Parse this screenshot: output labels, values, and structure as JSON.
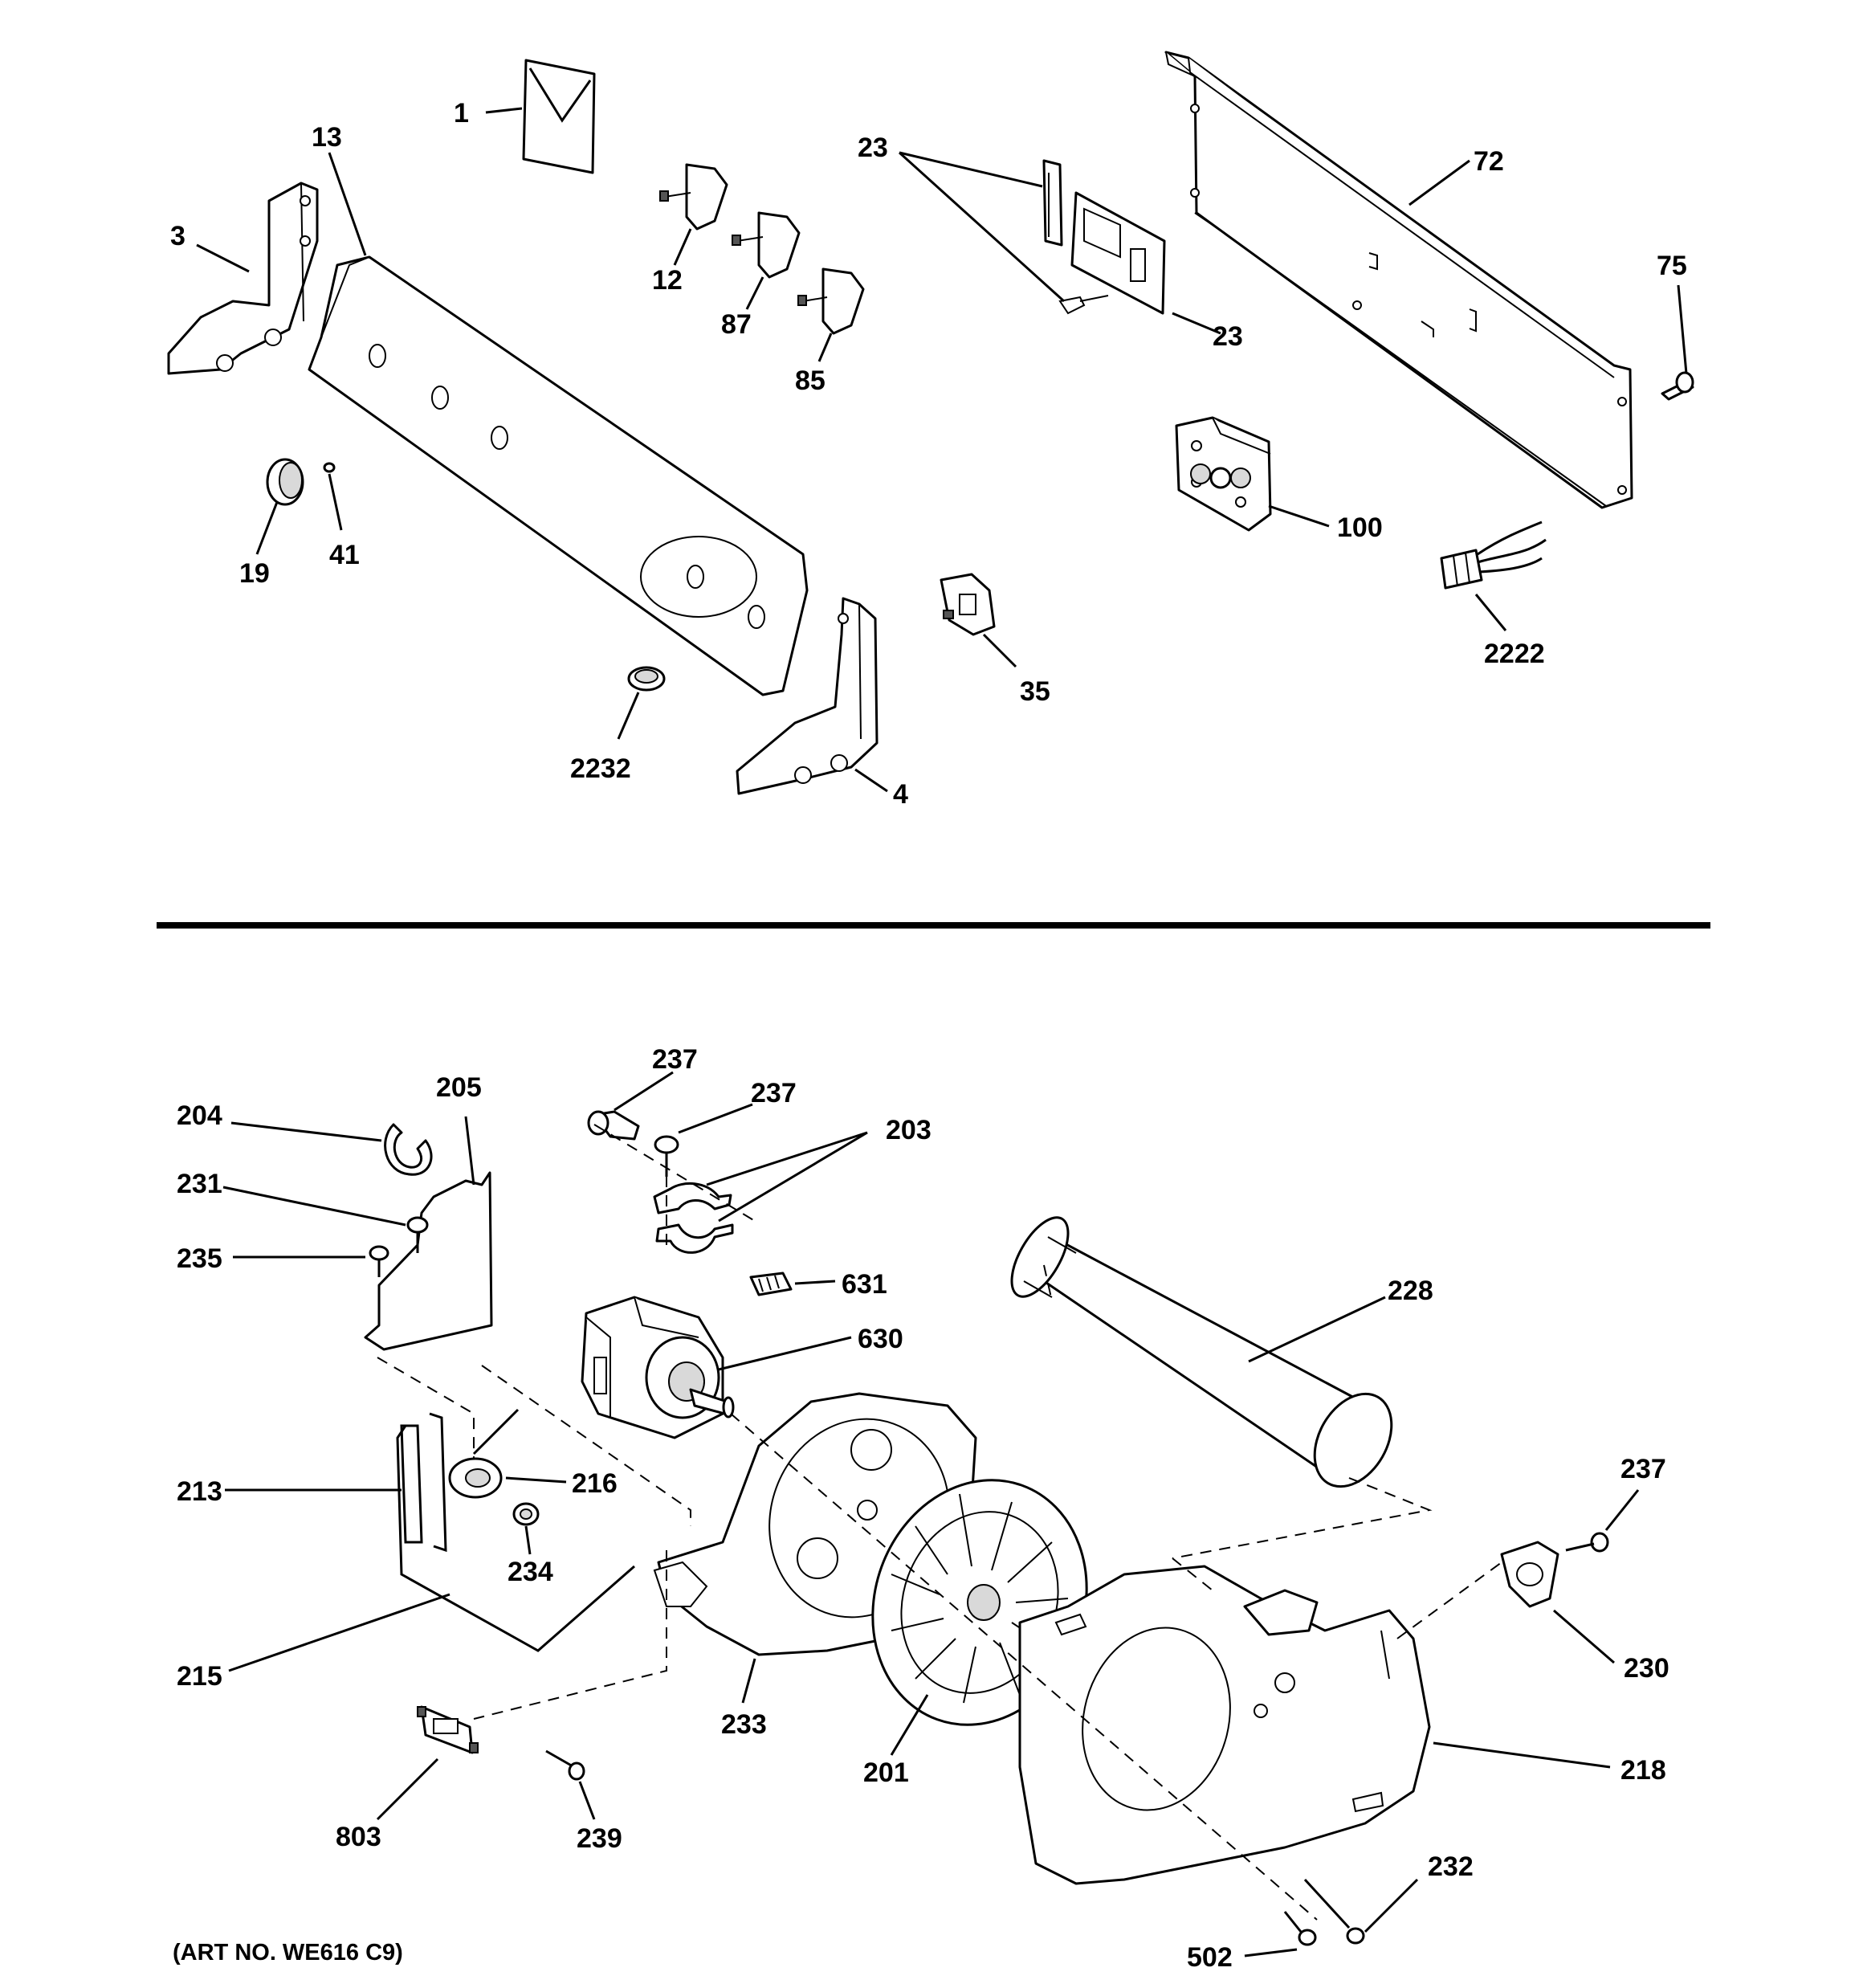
{
  "diagram": {
    "art_number": "(ART NO. WE616 C9)",
    "labels": {
      "l1": "1",
      "l13": "13",
      "l3": "3",
      "l12": "12",
      "l87": "87",
      "l85": "85",
      "l23a": "23",
      "l23b": "23",
      "l72": "72",
      "l75": "75",
      "l100": "100",
      "l19": "19",
      "l41": "41",
      "l35": "35",
      "l2222": "2222",
      "l2232": "2232",
      "l4": "4",
      "l237a": "237",
      "l237b": "237",
      "l203": "203",
      "l204": "204",
      "l205": "205",
      "l231": "231",
      "l235": "235",
      "l631": "631",
      "l630": "630",
      "l228": "228",
      "l213": "213",
      "l216": "216",
      "l234": "234",
      "l215": "215",
      "l233": "233",
      "l201": "201",
      "l237c": "237",
      "l230": "230",
      "l218": "218",
      "l803": "803",
      "l239": "239",
      "l232": "232",
      "l502": "502"
    }
  }
}
